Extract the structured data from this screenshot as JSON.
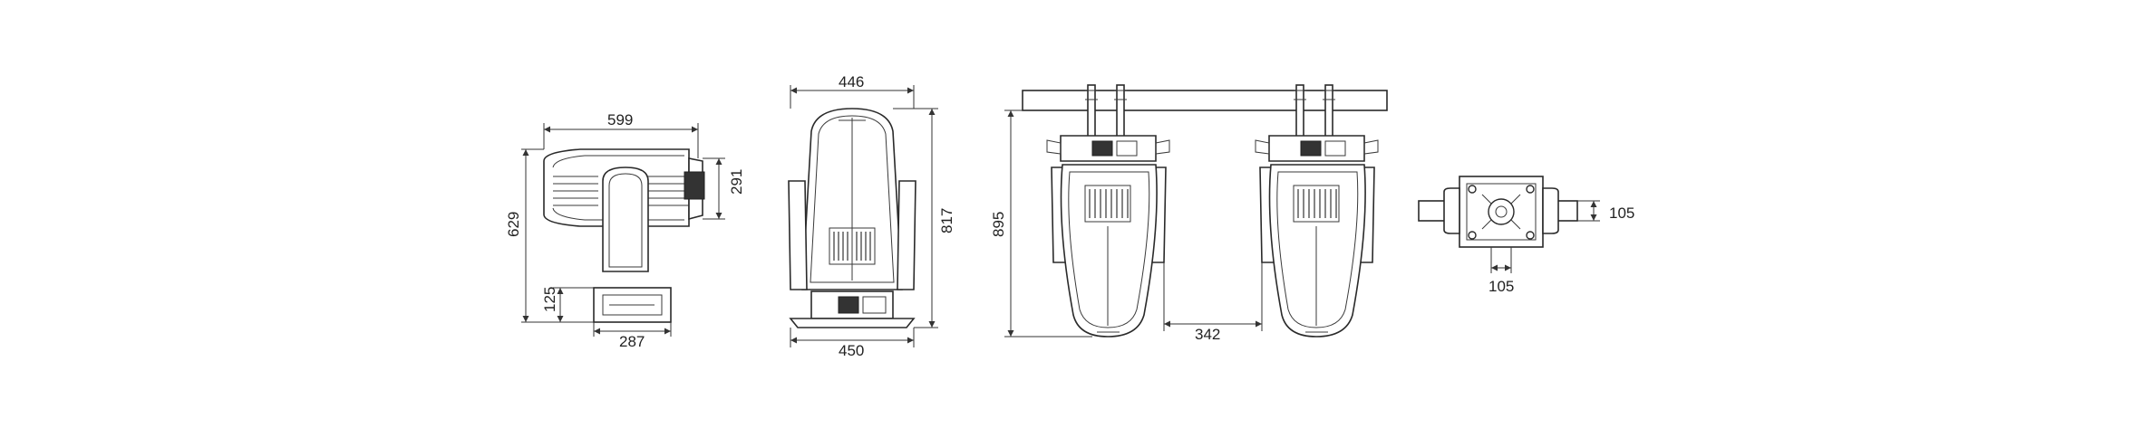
{
  "views": [
    {
      "name": "side-view",
      "dimensions": [
        "599",
        "629",
        "291",
        "125",
        "287"
      ]
    },
    {
      "name": "front-view",
      "dimensions": [
        "446",
        "817",
        "450"
      ]
    },
    {
      "name": "hanging-view",
      "dimensions": [
        "895",
        "342"
      ]
    },
    {
      "name": "base-bottom-view",
      "dimensions": [
        "105",
        "105"
      ]
    }
  ],
  "colors": {
    "line": "#2a2a2a",
    "background": "#ffffff"
  }
}
